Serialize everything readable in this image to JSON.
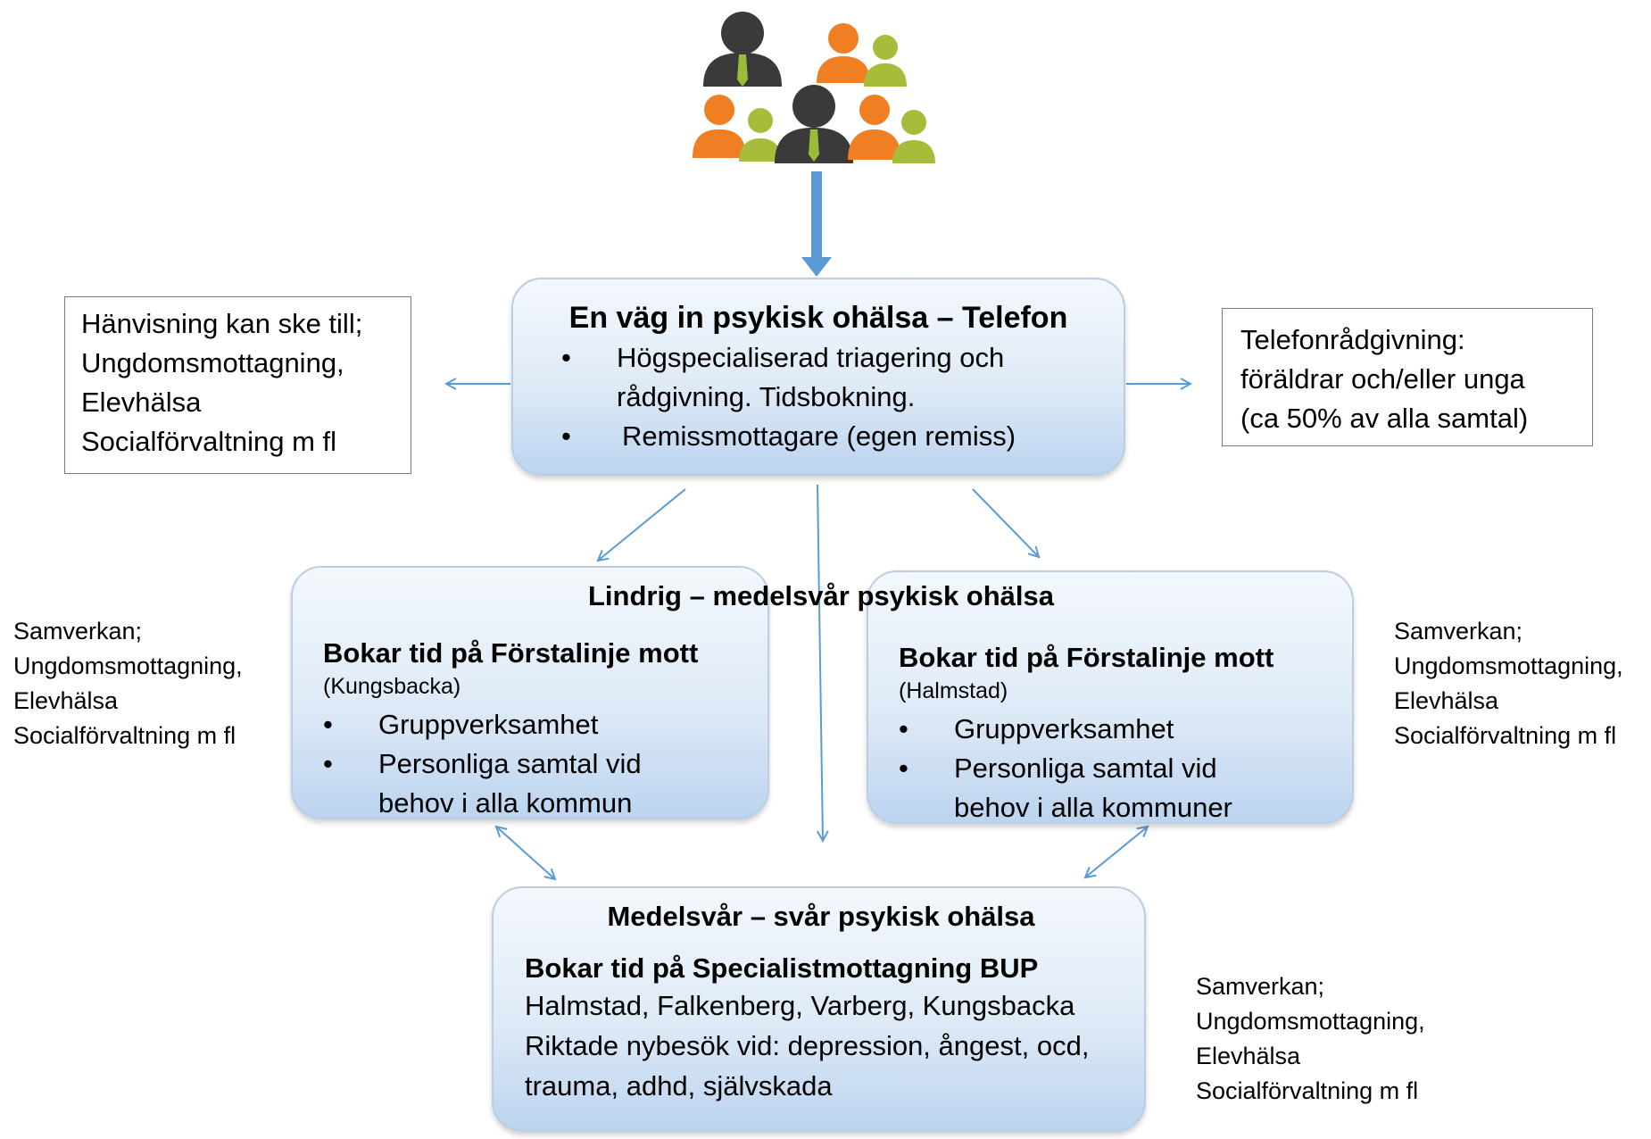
{
  "colors": {
    "arrow": "#5b9bd5",
    "box_border": "#b9cde3",
    "box_top": "#f4f8fd",
    "box_bottom": "#bcd4ef",
    "person_dark": "#3a3a3a",
    "person_orange": "#f07f23",
    "person_green": "#a6bd3b",
    "tie": "#9bbb3b"
  },
  "icons": [
    "people-group-icon"
  ],
  "top_box": {
    "title": "En väg in psykisk ohälsa – Telefon",
    "bullets": [
      "Högspecialiserad triagering och rådgivning. Tidsbokning.",
      "Remissmottagare (egen remiss)"
    ]
  },
  "left_note": {
    "lines": [
      "Hänvisning kan ske till;",
      "Ungdomsmottagning,",
      "Elevhälsa",
      "Socialförvaltning m fl"
    ]
  },
  "right_note": {
    "lines": [
      "Telefonrådgivning:",
      "föräldrar och/eller unga",
      "(ca 50% av alla samtal)"
    ]
  },
  "mild_heading": "Lindrig – medelsvår psykisk ohälsa",
  "left_mid_box": {
    "title": "Bokar tid på Förstalinje mott",
    "place": "(Kungsbacka)",
    "bullets": [
      "Gruppverksamhet",
      "Personliga samtal vid behov i alla kommun"
    ]
  },
  "right_mid_box": {
    "title": "Bokar tid på Förstalinje mott",
    "place": "(Halmstad)",
    "bullets": [
      "Gruppverksamhet",
      "Personliga samtal vid behov i alla kommuner"
    ]
  },
  "bottom_box": {
    "heading": "Medelsvår – svår psykisk ohälsa",
    "title": "Bokar tid på Specialistmottagning BUP",
    "lines": [
      "Halmstad, Falkenberg, Varberg, Kungsbacka",
      "Riktade nybesök vid: depression, ångest, ocd, trauma, adhd, självskada"
    ]
  },
  "samverkan_left": {
    "lines": [
      "Samverkan;",
      "Ungdomsmottagning,",
      "Elevhälsa",
      "Socialförvaltning m fl"
    ]
  },
  "samverkan_right": {
    "lines": [
      "Samverkan;",
      "Ungdomsmottagning,",
      "Elevhälsa",
      "Socialförvaltning m fl"
    ]
  },
  "samverkan_bottom": {
    "lines": [
      "Samverkan;",
      "Ungdomsmottagning,",
      "Elevhälsa",
      "Socialförvaltning m fl"
    ]
  }
}
